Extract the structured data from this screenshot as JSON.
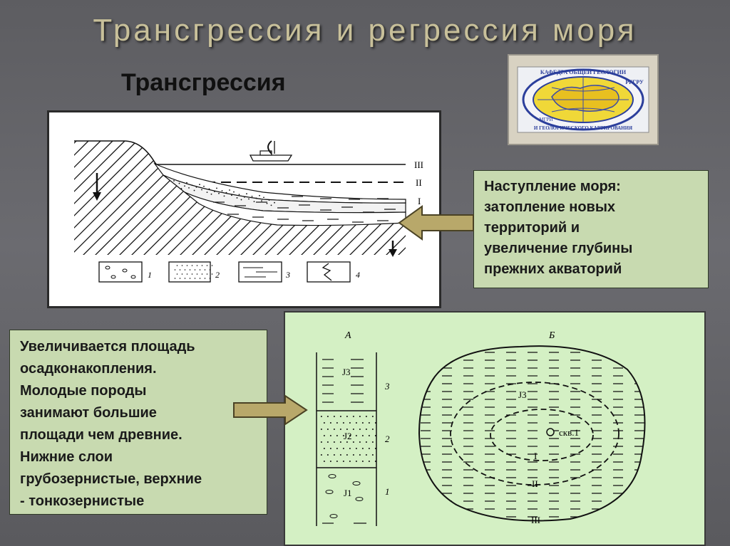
{
  "title": "Трансгрессия и регрессия  моря",
  "subtitle": "Трансгрессия",
  "logo": {
    "arc_text_top": "КАФЕДРА ОБЩЕЙ ГЕОЛОГИИ",
    "arc_text_right": "РГГРУ",
    "arc_text_bottom": "И ГЕОЛОГИЧЕСКОГО КАРТИРОВАНИЯ",
    "small_text": "МГРИ"
  },
  "top_diagram": {
    "levels": [
      "III",
      "II",
      "I"
    ],
    "legend": [
      "1",
      "2",
      "3",
      "4"
    ]
  },
  "right_box_lines": [
    "Наступление  моря:",
    "затопление новых",
    "территорий и",
    "увеличение глубины",
    "прежних акваторий"
  ],
  "left_box_lines": [
    "Увеличивается площадь",
    "осадконакопления.",
    "Молодые породы",
    "занимают большие",
    "площади чем древние.",
    "Нижние слои",
    "грубозернистые, верхние",
    "- тонкозернистые"
  ],
  "bottom_diagram": {
    "label_a": "А",
    "label_b": "Б",
    "column_layers": [
      "J3",
      "J2",
      "J1"
    ],
    "column_numbers": [
      "3",
      "2",
      "1"
    ],
    "map_labels": [
      "J3",
      "скв.1",
      "I",
      "II",
      "III"
    ]
  },
  "colors": {
    "background": "#616165",
    "textbox": "#c8dab0",
    "green_panel": "#d4f0c4",
    "arrow": "#b8a86a",
    "title": "#c8c09a"
  }
}
